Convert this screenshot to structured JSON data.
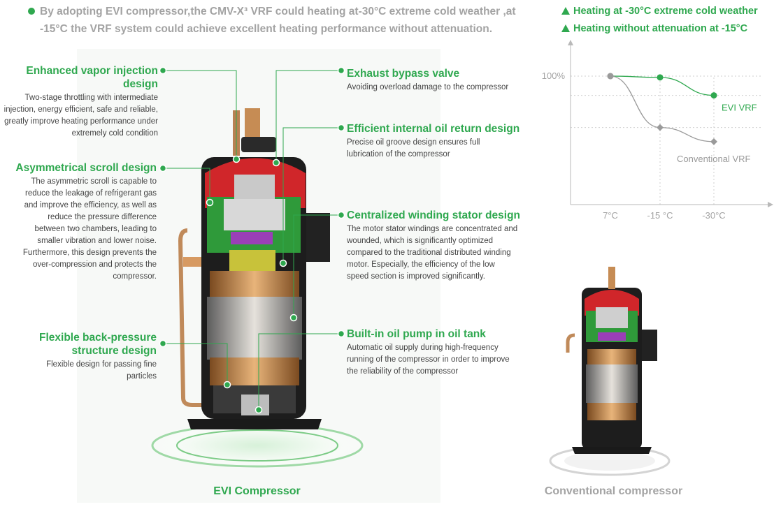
{
  "intro": {
    "text": "By adopting EVI compressor,the CMV-X³ VRF could heating at-30°C extreme cold weather ,at -15°C the VRF system could achieve excellent heating performance without attenuation."
  },
  "highlights": [
    "Heating at -30°C extreme cold weather",
    "Heating without attenuation at -15°C"
  ],
  "features": {
    "evi": {
      "title": "Enhanced vapor injection design",
      "desc": [
        "Two-stage throttling with intermediate",
        "injection, energy efficient, safe and reliable,",
        "greatly improve heating performance under",
        "extremely cold condition"
      ]
    },
    "scroll": {
      "title": "Asymmetrical scroll design",
      "desc": [
        "The asymmetric scroll is capable to",
        "reduce the leakage of refrigerant gas",
        "and improve the efficiency, as well as",
        "reduce the pressure difference",
        "between two chambers, leading to",
        "smaller vibration and lower noise.",
        "Furthermore, this design prevents the",
        "over-compression and protects the",
        "compressor."
      ]
    },
    "backpressure": {
      "title1": "Flexible back-pressure",
      "title2": "structure design",
      "desc": [
        "Flexible design for passing fine",
        "particles"
      ]
    },
    "exhaust": {
      "title": "Exhaust bypass valve",
      "desc": [
        "Avoiding overload damage to the compressor"
      ]
    },
    "oilreturn": {
      "title": "Efficient internal oil return design",
      "desc": [
        "Precise oil groove design ensures full",
        "lubrication of the compressor"
      ]
    },
    "stator": {
      "title": "Centralized winding stator design",
      "desc": [
        "The motor stator windings are concentrated and",
        "wounded, which is significantly optimized",
        "compared to the traditional distributed winding",
        "motor. Especially, the efficiency of the low",
        "speed section is improved significantly."
      ]
    },
    "oilpump": {
      "title": "Built-in oil pump in oil tank",
      "desc": [
        "Automatic oil supply during high-frequency",
        "running of the compressor in order to improve",
        "the reliability of the compressor"
      ]
    }
  },
  "captions": {
    "evi": "EVI Compressor",
    "conventional": "Conventional compressor"
  },
  "colors": {
    "green": "#2fa84f",
    "gray": "#a3a3a3",
    "red": "#d0262a",
    "casing": "#1d1d1d"
  },
  "chart_data": {
    "type": "line",
    "x": [
      "7°C",
      "-15 °C",
      "-30°C"
    ],
    "ylabel_tick": "100%",
    "ylim": [
      0,
      125
    ],
    "grid": true,
    "series": [
      {
        "name": "EVI VRF",
        "values": [
          100,
          99,
          85
        ],
        "color": "#2fa84f",
        "marker": "circle"
      },
      {
        "name": "Conventional VRF",
        "values": [
          100,
          60,
          49
        ],
        "color": "#9a9a9a",
        "marker": "diamond"
      }
    ]
  }
}
